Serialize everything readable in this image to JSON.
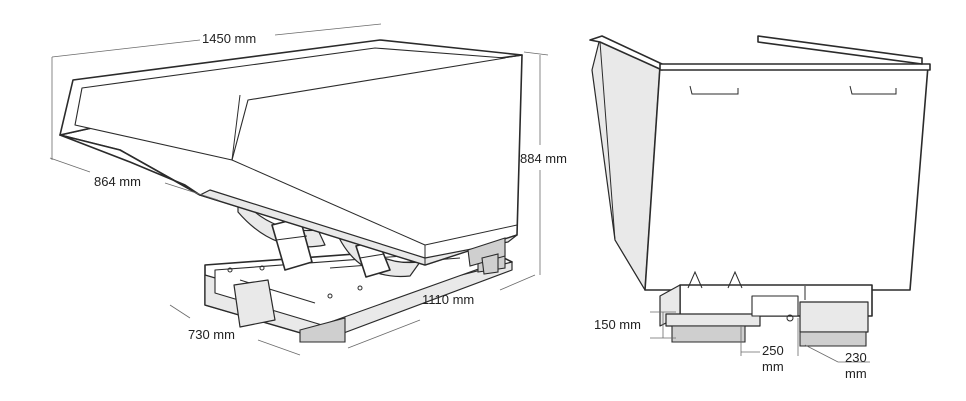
{
  "dimensions": {
    "length": "1450 mm",
    "width": "864 mm",
    "height": "884 mm",
    "frame_length": "1110 mm",
    "frame_width": "730 mm",
    "fork_height": "150 mm",
    "fork_pocket_width_value": "250",
    "fork_pocket_width_unit": "mm",
    "fork_gap_value": "230",
    "fork_gap_unit": "mm"
  }
}
